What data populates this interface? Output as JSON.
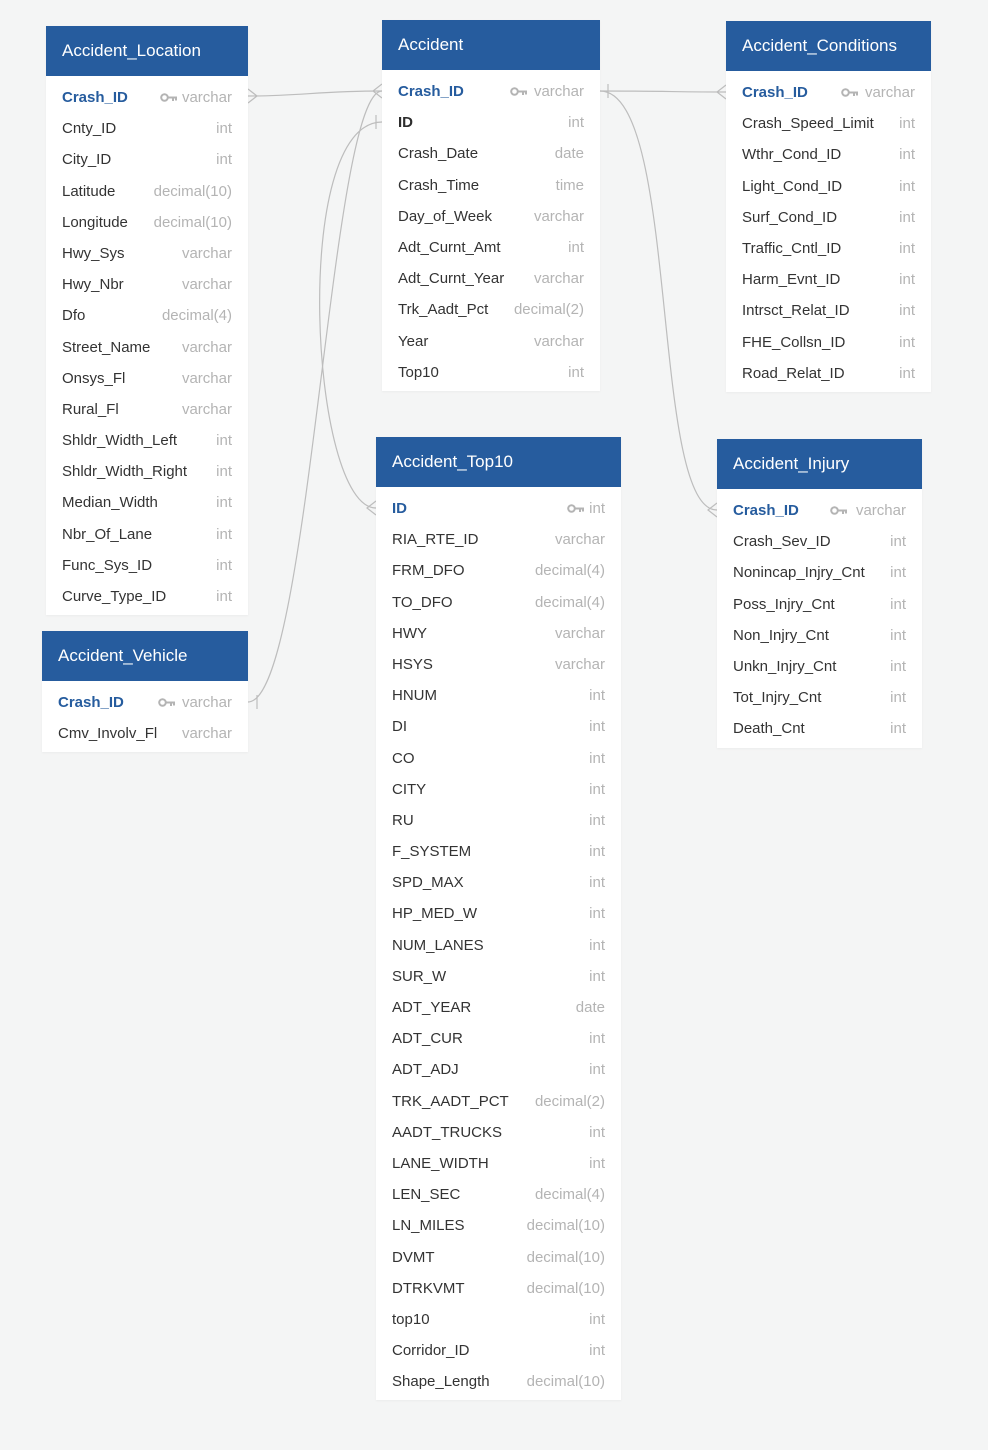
{
  "tables": {
    "accident_location": {
      "title": "Accident_Location",
      "fields": [
        {
          "name": "Crash_ID",
          "type": "varchar"
        },
        {
          "name": "Cnty_ID",
          "type": "int"
        },
        {
          "name": "City_ID",
          "type": "int"
        },
        {
          "name": "Latitude",
          "type": "decimal(10)"
        },
        {
          "name": "Longitude",
          "type": "decimal(10)"
        },
        {
          "name": "Hwy_Sys",
          "type": "varchar"
        },
        {
          "name": "Hwy_Nbr",
          "type": "varchar"
        },
        {
          "name": "Dfo",
          "type": "decimal(4)"
        },
        {
          "name": "Street_Name",
          "type": "varchar"
        },
        {
          "name": "Onsys_Fl",
          "type": "varchar"
        },
        {
          "name": "Rural_Fl",
          "type": "varchar"
        },
        {
          "name": "Shldr_Width_Left",
          "type": "int"
        },
        {
          "name": "Shldr_Width_Right",
          "type": "int"
        },
        {
          "name": "Median_Width",
          "type": "int"
        },
        {
          "name": "Nbr_Of_Lane",
          "type": "int"
        },
        {
          "name": "Func_Sys_ID",
          "type": "int"
        },
        {
          "name": "Curve_Type_ID",
          "type": "int"
        }
      ]
    },
    "accident": {
      "title": "Accident",
      "fields": [
        {
          "name": "Crash_ID",
          "type": "varchar"
        },
        {
          "name": "ID",
          "type": "int"
        },
        {
          "name": "Crash_Date",
          "type": "date"
        },
        {
          "name": "Crash_Time",
          "type": "time"
        },
        {
          "name": "Day_of_Week",
          "type": "varchar"
        },
        {
          "name": "Adt_Curnt_Amt",
          "type": "int"
        },
        {
          "name": "Adt_Curnt_Year",
          "type": "varchar"
        },
        {
          "name": "Trk_Aadt_Pct",
          "type": "decimal(2)"
        },
        {
          "name": "Year",
          "type": "varchar"
        },
        {
          "name": "Top10",
          "type": "int"
        }
      ]
    },
    "accident_conditions": {
      "title": "Accident_Conditions",
      "fields": [
        {
          "name": "Crash_ID",
          "type": "varchar"
        },
        {
          "name": "Crash_Speed_Limit",
          "type": "int"
        },
        {
          "name": "Wthr_Cond_ID",
          "type": "int"
        },
        {
          "name": "Light_Cond_ID",
          "type": "int"
        },
        {
          "name": "Surf_Cond_ID",
          "type": "int"
        },
        {
          "name": "Traffic_Cntl_ID",
          "type": "int"
        },
        {
          "name": "Harm_Evnt_ID",
          "type": "int"
        },
        {
          "name": "Intrsct_Relat_ID",
          "type": "int"
        },
        {
          "name": "FHE_Collsn_ID",
          "type": "int"
        },
        {
          "name": "Road_Relat_ID",
          "type": "int"
        }
      ]
    },
    "accident_top10": {
      "title": "Accident_Top10",
      "fields": [
        {
          "name": "ID",
          "type": "int"
        },
        {
          "name": "RIA_RTE_ID",
          "type": "varchar"
        },
        {
          "name": "FRM_DFO",
          "type": "decimal(4)"
        },
        {
          "name": "TO_DFO",
          "type": "decimal(4)"
        },
        {
          "name": "HWY",
          "type": "varchar"
        },
        {
          "name": "HSYS",
          "type": "varchar"
        },
        {
          "name": "HNUM",
          "type": "int"
        },
        {
          "name": "DI",
          "type": "int"
        },
        {
          "name": "CO",
          "type": "int"
        },
        {
          "name": "CITY",
          "type": "int"
        },
        {
          "name": "RU",
          "type": "int"
        },
        {
          "name": "F_SYSTEM",
          "type": "int"
        },
        {
          "name": "SPD_MAX",
          "type": "int"
        },
        {
          "name": "HP_MED_W",
          "type": "int"
        },
        {
          "name": "NUM_LANES",
          "type": "int"
        },
        {
          "name": "SUR_W",
          "type": "int"
        },
        {
          "name": "ADT_YEAR",
          "type": "date"
        },
        {
          "name": "ADT_CUR",
          "type": "int"
        },
        {
          "name": "ADT_ADJ",
          "type": "int"
        },
        {
          "name": "TRK_AADT_PCT",
          "type": "decimal(2)"
        },
        {
          "name": "AADT_TRUCKS",
          "type": "int"
        },
        {
          "name": "LANE_WIDTH",
          "type": "int"
        },
        {
          "name": "LEN_SEC",
          "type": "decimal(4)"
        },
        {
          "name": "LN_MILES",
          "type": "decimal(10)"
        },
        {
          "name": "DVMT",
          "type": "decimal(10)"
        },
        {
          "name": "DTRKVMT",
          "type": "decimal(10)"
        },
        {
          "name": "top10",
          "type": "int"
        },
        {
          "name": "Corridor_ID",
          "type": "int"
        },
        {
          "name": "Shape_Length",
          "type": "decimal(10)"
        }
      ]
    },
    "accident_injury": {
      "title": "Accident_Injury",
      "fields": [
        {
          "name": "Crash_ID",
          "type": "varchar"
        },
        {
          "name": "Crash_Sev_ID",
          "type": "int"
        },
        {
          "name": "Nonincap_Injry_Cnt",
          "type": "int"
        },
        {
          "name": "Poss_Injry_Cnt",
          "type": "int"
        },
        {
          "name": "Non_Injry_Cnt",
          "type": "int"
        },
        {
          "name": "Unkn_Injry_Cnt",
          "type": "int"
        },
        {
          "name": "Tot_Injry_Cnt",
          "type": "int"
        },
        {
          "name": "Death_Cnt",
          "type": "int"
        }
      ]
    },
    "accident_vehicle": {
      "title": "Accident_Vehicle",
      "fields": [
        {
          "name": "Crash_ID",
          "type": "varchar"
        },
        {
          "name": "Cmv_Involv_Fl",
          "type": "varchar"
        }
      ]
    }
  },
  "colors": {
    "header": "#265c9e",
    "primary_key_text": "#265c9e",
    "type_text": "#b4b4b4",
    "field_text": "#333333",
    "connector": "#bdbdbd",
    "background": "#f4f5f5"
  },
  "icons": {
    "primary_key": "key-icon"
  }
}
